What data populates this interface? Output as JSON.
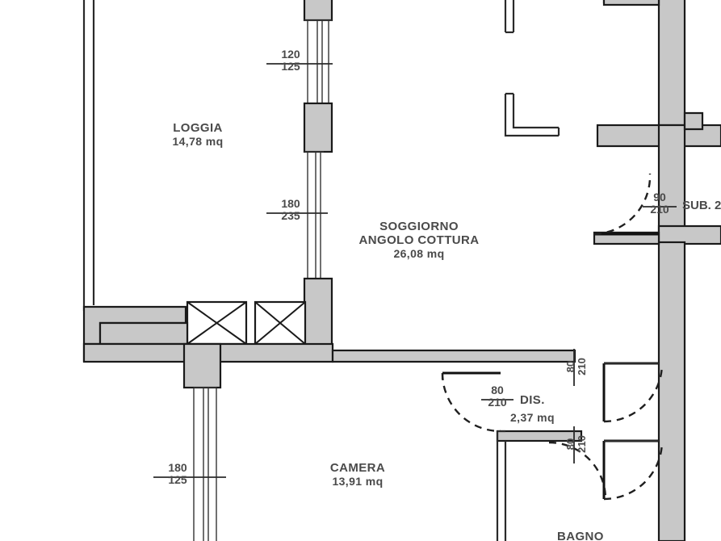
{
  "document": {
    "type": "architectural-floor-plan",
    "language": "it",
    "units": "mq",
    "background_color": "#ffffff",
    "wall_fill_color": "#c8c8c8",
    "wall_stroke_color": "#1a1a1a",
    "text_color": "#4a4a4a"
  },
  "rooms": [
    {
      "id": "loggia",
      "name": "LOGGIA",
      "name2": "",
      "area": "14,78 mq"
    },
    {
      "id": "soggiorno",
      "name": "SOGGIORNO",
      "name2": "ANGOLO COTTURA",
      "area": "26,08 mq"
    },
    {
      "id": "camera",
      "name": "CAMERA",
      "name2": "",
      "area": "13,91 mq"
    },
    {
      "id": "disimpegno",
      "name": "DIS.",
      "name2": "",
      "area": "2,37 mq"
    },
    {
      "id": "bagno",
      "name": "BAGNO",
      "name2": "",
      "area": ""
    }
  ],
  "openings": [
    {
      "id": "win-loggia-top",
      "kind": "window",
      "width": "120",
      "height": "125",
      "orientation": "horizontal"
    },
    {
      "id": "win-loggia-bottom",
      "kind": "window",
      "width": "180",
      "height": "235",
      "orientation": "horizontal"
    },
    {
      "id": "win-camera",
      "kind": "window",
      "width": "180",
      "height": "125",
      "orientation": "horizontal"
    },
    {
      "id": "door-entrance",
      "kind": "door",
      "width": "90",
      "height": "210",
      "orientation": "horizontal"
    },
    {
      "id": "door-dis",
      "kind": "door",
      "width": "80",
      "height": "210",
      "orientation": "horizontal"
    },
    {
      "id": "door-dis-right-1",
      "kind": "door",
      "width": "80",
      "height": "210",
      "orientation": "vertical"
    },
    {
      "id": "door-dis-right-2",
      "kind": "door",
      "width": "80",
      "height": "210",
      "orientation": "vertical"
    }
  ],
  "annotations": {
    "sub_label": "SUB. 2"
  }
}
